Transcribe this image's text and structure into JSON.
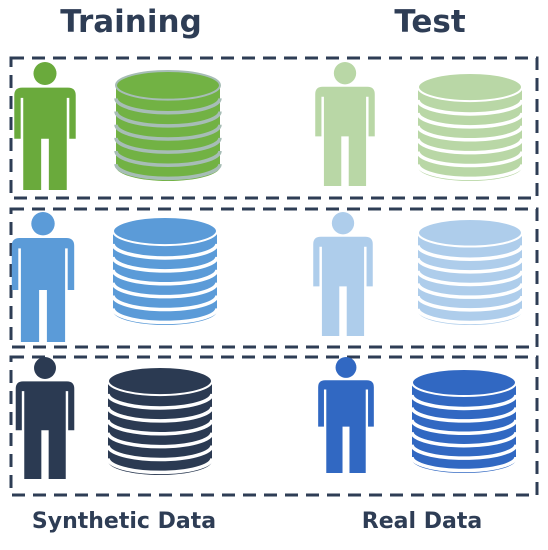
{
  "headers": {
    "training": "Training",
    "test": "Test"
  },
  "footers": {
    "synthetic": "Synthetic Data",
    "real": "Real Data"
  },
  "rows": [
    {
      "id": "green",
      "training": {
        "person_color": "#6aaa3c",
        "db_color": "#72b244",
        "db_stripes": "#a7bdb6"
      },
      "test": {
        "person_color": "#b9d7a6",
        "db_color": "#b9d7a6",
        "db_stripes": "#ffffff"
      }
    },
    {
      "id": "blue",
      "training": {
        "person_color": "#5b9bd8",
        "db_color": "#5b9bd8",
        "db_stripes": "#ffffff"
      },
      "test": {
        "person_color": "#aecdeb",
        "db_color": "#aecdeb",
        "db_stripes": "#ffffff"
      }
    },
    {
      "id": "navy",
      "training": {
        "person_color": "#2b3a52",
        "db_color": "#2b3a52",
        "db_stripes": "#ffffff"
      },
      "test": {
        "person_color": "#3168c2",
        "db_color": "#3168c2",
        "db_stripes": "#ffffff"
      }
    }
  ],
  "frame_color": "#2e3d55"
}
